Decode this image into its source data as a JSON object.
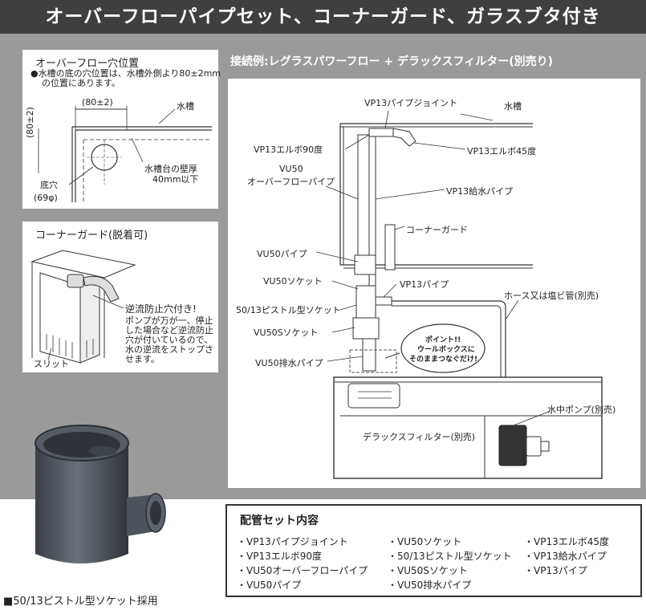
{
  "header": {
    "title": "オーバーフローパイプセット、コーナーガード、ガラスブタ付き"
  },
  "overflow_panel": {
    "title": "オーバーフロー穴位置",
    "note_line1": "●水槽の底の穴位置は、水槽外側より80±2mm",
    "note_line2": "の位置にあります。",
    "dim_horizontal": "(80±2)",
    "dim_vertical": "(80±2)",
    "label_tank": "水槽",
    "label_bottom_hole": "底穴",
    "label_hole_size": "(69φ)",
    "label_wall1": "水槽台の壁厚",
    "label_wall2": "40mm以下"
  },
  "guard_panel": {
    "title": "コーナーガード(脱着可)",
    "backflow_title": "逆流防止穴付き!",
    "backflow_text": [
      "ポンプが万が一、停止",
      "した場合など逆流防止",
      "穴が付いているので、",
      "水の逆流をストップさ",
      "せます。"
    ],
    "slit_label": "スリット"
  },
  "connection_panel": {
    "title": "接続例:レグラスパワーフロー + デラックスフィルター(別売り)",
    "labels": {
      "vp13_joint": "VP13パイプジョイント",
      "tank": "水槽",
      "vp13_elbow90": "VP13エルボ90度",
      "vp13_elbow45": "VP13エルボ45度",
      "vu50": "VU50",
      "overflow_pipe": "オーバーフローパイプ",
      "vp13_supply": "VP13給水パイプ",
      "corner_guard": "コーナーガード",
      "vu50_pipe": "VU50パイプ",
      "vu50_socket": "VU50ソケット",
      "vp13_pipe": "VP13パイプ",
      "hose": "ホース又は塩ビ管(別売)",
      "piston_socket": "50/13ピストル型ソケット",
      "vu50s_socket": "VU50Sソケット",
      "vu50_drain": "VU50排水パイプ",
      "pump": "水中ポンプ(別売)",
      "filter": "デラックスフィルター(別売)"
    },
    "callout": [
      "ポイント!!",
      "ウールボックスに",
      "そのままつなぐだけ!"
    ]
  },
  "pipe_set": {
    "title": "配管セット内容",
    "col1": [
      "・VP13パイプジョイント",
      "・VP13エルボ90度",
      "・VU50オーバーフローパイプ",
      "・VU50パイプ"
    ],
    "col2": [
      "・VU50ソケット",
      "・50/13ピストル型ソケット",
      "・VU50Sソケット",
      "・VU50排水パイプ"
    ],
    "col3": [
      "・VP13エルボ45度",
      "・VP13給水パイプ",
      "・VP13パイプ"
    ]
  },
  "photo_caption": "■50/13ピストル型ソケット採用"
}
